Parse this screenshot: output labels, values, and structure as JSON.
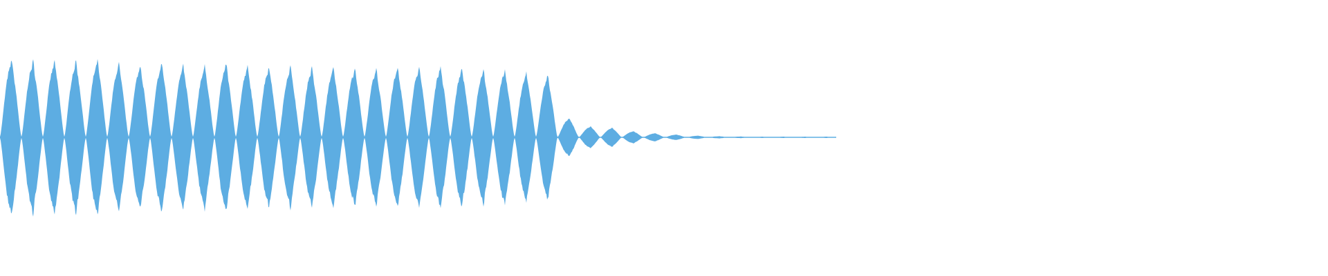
{
  "chart_data": {
    "type": "area",
    "description_kind": "audio-waveform",
    "color": "#5dade2",
    "yrange": [
      -1,
      1
    ],
    "axes_visible": false,
    "grid": false,
    "legend": "none",
    "lobe_peaks": [
      0.57,
      0.56,
      0.56,
      0.56,
      0.565,
      0.54,
      0.53,
      0.545,
      0.525,
      0.525,
      0.545,
      0.52,
      0.52,
      0.52,
      0.51,
      0.51,
      0.505,
      0.5,
      0.51,
      0.515,
      0.52,
      0.505,
      0.5,
      0.495,
      0.475,
      0.455,
      0.14,
      0.08,
      0.07,
      0.045,
      0.03,
      0.02,
      0.012,
      0.008,
      0.006,
      0.005,
      0.005,
      0.005,
      0.005
    ]
  }
}
